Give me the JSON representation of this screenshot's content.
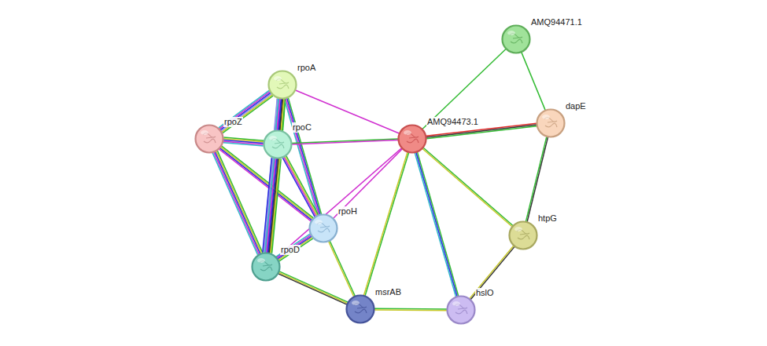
{
  "diagram": {
    "nodes": [
      {
        "text": [
          "AMQ94471.1"
        ]
      },
      {
        "text": [
          "rpoA"
        ]
      },
      {
        "text": [
          "AMQ94473.1"
        ]
      },
      {
        "text": [
          "dapE"
        ]
      },
      {
        "text": [
          "rpoZ"
        ]
      },
      {
        "text": [
          "rpoC"
        ]
      },
      {
        "text": [
          "rpoH"
        ]
      },
      {
        "text": [
          "htpG"
        ]
      },
      {
        "text": [
          "rpoD"
        ]
      },
      {
        "text": [
          "msrAB"
        ]
      },
      {
        "text": [
          "hslO"
        ]
      }
    ],
    "edges": [
      {
        "from": 0,
        "to": 2,
        "arrow": "none"
      },
      {
        "from": 0,
        "to": 3,
        "arrow": "none"
      },
      {
        "from": 1,
        "to": 4,
        "arrow": "none"
      },
      {
        "from": 1,
        "to": 5,
        "arrow": "none"
      },
      {
        "from": 1,
        "to": 6,
        "arrow": "none"
      },
      {
        "from": 1,
        "to": 8,
        "arrow": "none"
      },
      {
        "from": 1,
        "to": 2,
        "arrow": "none"
      },
      {
        "from": 4,
        "to": 5,
        "arrow": "none"
      },
      {
        "from": 4,
        "to": 6,
        "arrow": "none"
      },
      {
        "from": 4,
        "to": 8,
        "arrow": "none"
      },
      {
        "from": 5,
        "to": 2,
        "arrow": "none"
      },
      {
        "from": 5,
        "to": 6,
        "arrow": "none"
      },
      {
        "from": 5,
        "to": 8,
        "arrow": "none"
      },
      {
        "from": 2,
        "to": 3,
        "arrow": "none"
      },
      {
        "from": 2,
        "to": 6,
        "arrow": "none"
      },
      {
        "from": 2,
        "to": 8,
        "arrow": "none"
      },
      {
        "from": 2,
        "to": 9,
        "arrow": "none"
      },
      {
        "from": 2,
        "to": 10,
        "arrow": "none"
      },
      {
        "from": 2,
        "to": 7,
        "arrow": "none"
      },
      {
        "from": 3,
        "to": 7,
        "arrow": "none"
      },
      {
        "from": 7,
        "to": 10,
        "arrow": "none"
      },
      {
        "from": 6,
        "to": 8,
        "arrow": "none"
      },
      {
        "from": 6,
        "to": 9,
        "arrow": "none"
      },
      {
        "from": 8,
        "to": 9,
        "arrow": "none"
      },
      {
        "from": 9,
        "to": 10,
        "arrow": "none"
      }
    ]
  }
}
